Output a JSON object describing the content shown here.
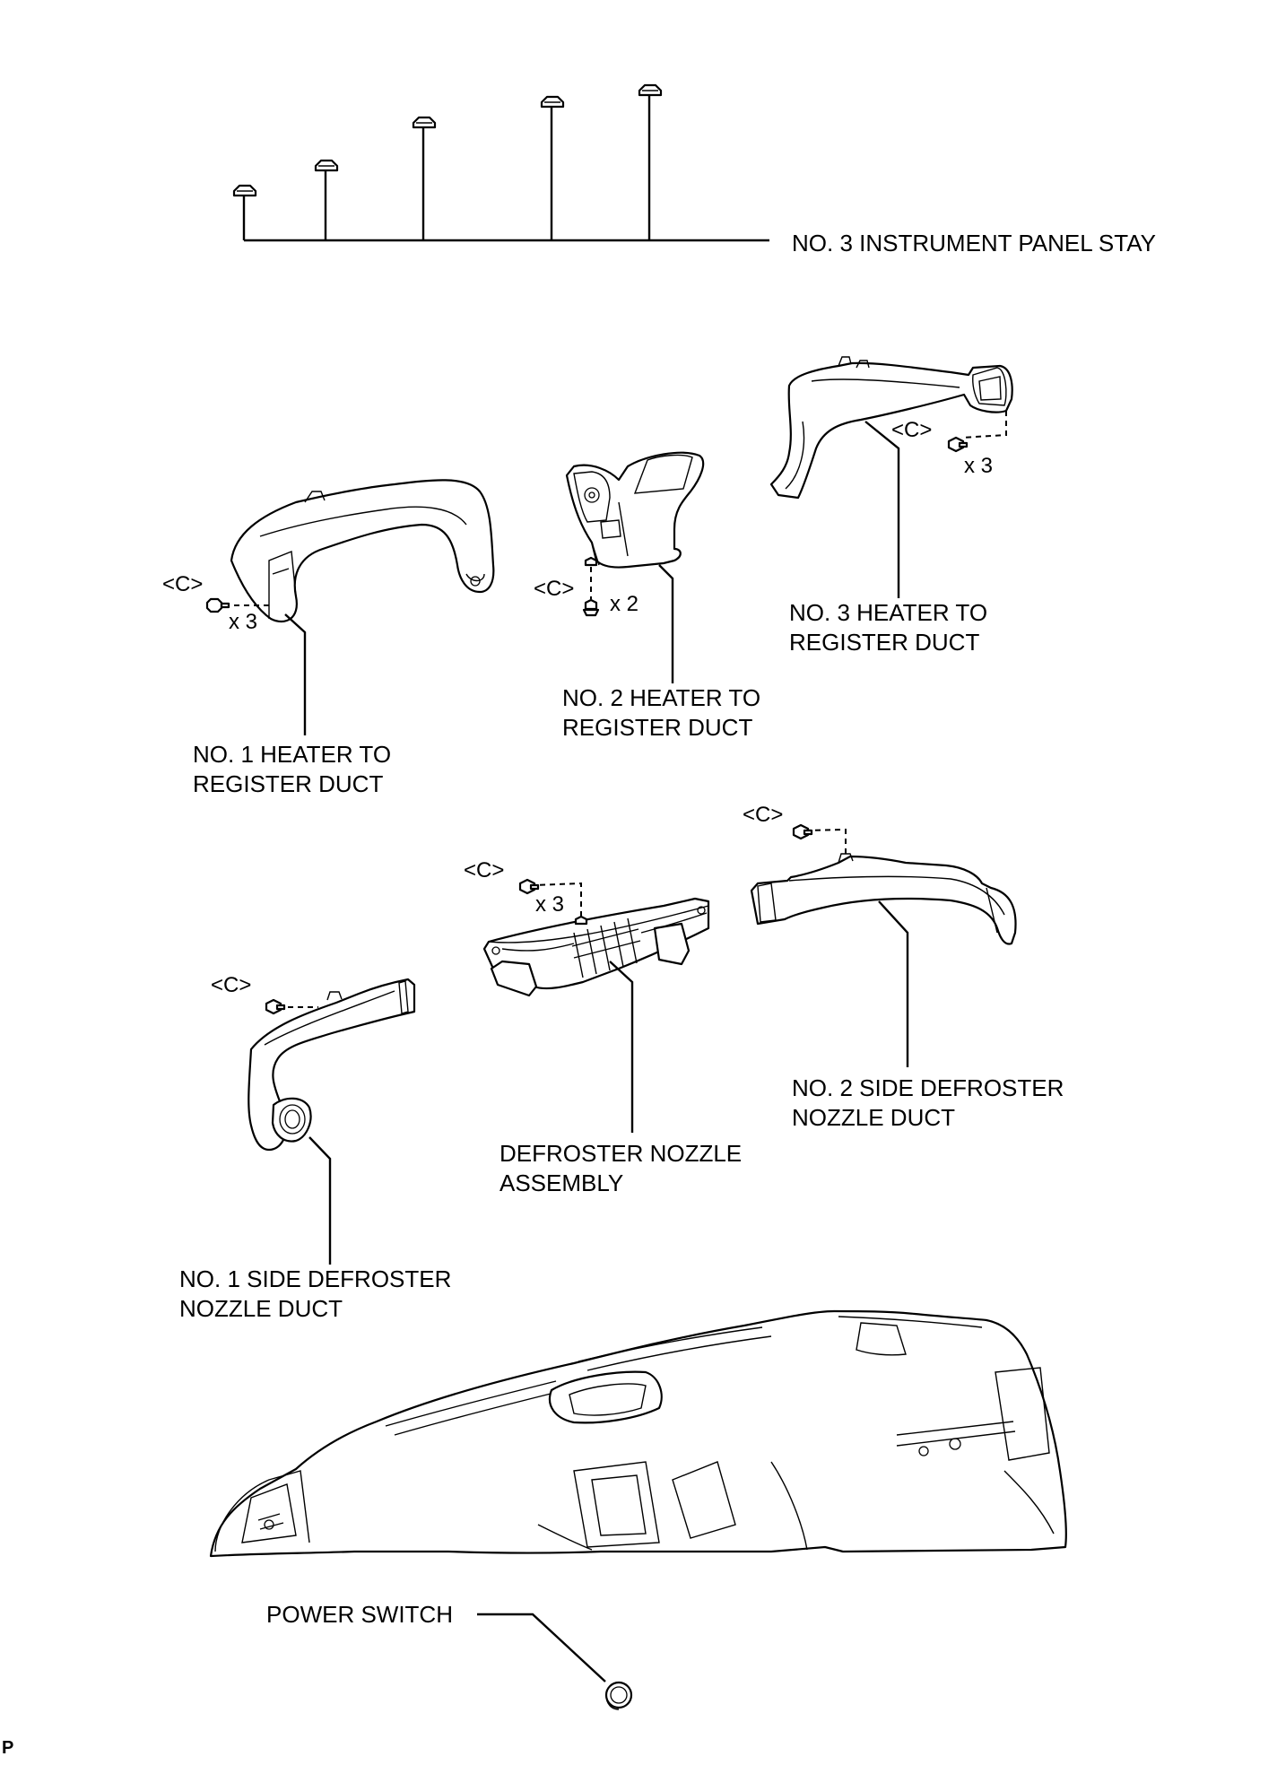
{
  "labels": {
    "stay": "NO. 3 INSTRUMENT PANEL STAY",
    "duct1_line1": "NO. 1 HEATER TO",
    "duct1_line2": "REGISTER DUCT",
    "duct2_line1": "NO. 2 HEATER TO",
    "duct2_line2": "REGISTER DUCT",
    "duct3_line1": "NO. 3 HEATER TO",
    "duct3_line2": "REGISTER DUCT",
    "defroster_line1": "DEFROSTER NOZZLE",
    "defroster_line2": "ASSEMBLY",
    "side1_line1": "NO. 1 SIDE DEFROSTER",
    "side1_line2": "NOZZLE DUCT",
    "side2_line1": "NO. 2 SIDE DEFROSTER",
    "side2_line2": "NOZZLE DUCT",
    "power_switch": "POWER SWITCH"
  },
  "markers": {
    "duct1_code": "<C>",
    "duct1_qty": "x 3",
    "duct2_code": "<C>",
    "duct2_qty": "x 2",
    "duct3_code": "<C>",
    "duct3_qty": "x 3",
    "defroster_code": "<C>",
    "defroster_qty": "x 3",
    "side1_code": "<C>",
    "side2_code": "<C>"
  },
  "corner_mark": "P"
}
